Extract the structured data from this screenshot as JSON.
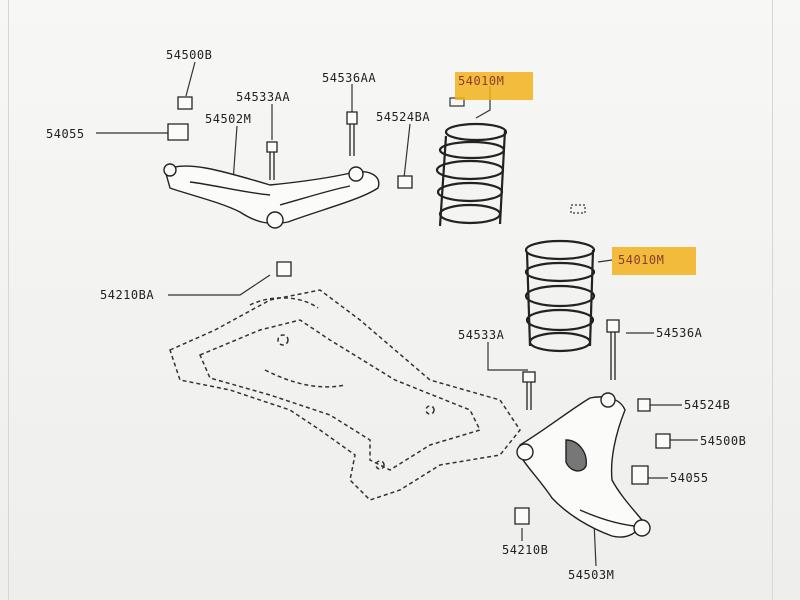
{
  "diagram": {
    "parts": {
      "p54500B_top": "54500B",
      "p54055_top": "54055",
      "p54533AA": "54533AA",
      "p54502M": "54502M",
      "p54536AA": "54536AA",
      "p54524BA": "54524BA",
      "p54010M_top": "54010M",
      "p54010M_mid": "54010M",
      "p54210BA": "54210BA",
      "p54533A": "54533A",
      "p54536A": "54536A",
      "p54524B": "54524B",
      "p54500B_bot": "54500B",
      "p54055_bot": "54055",
      "p54210B": "54210B",
      "p54503M": "54503M"
    },
    "highlight_color": "#f2b21c"
  }
}
